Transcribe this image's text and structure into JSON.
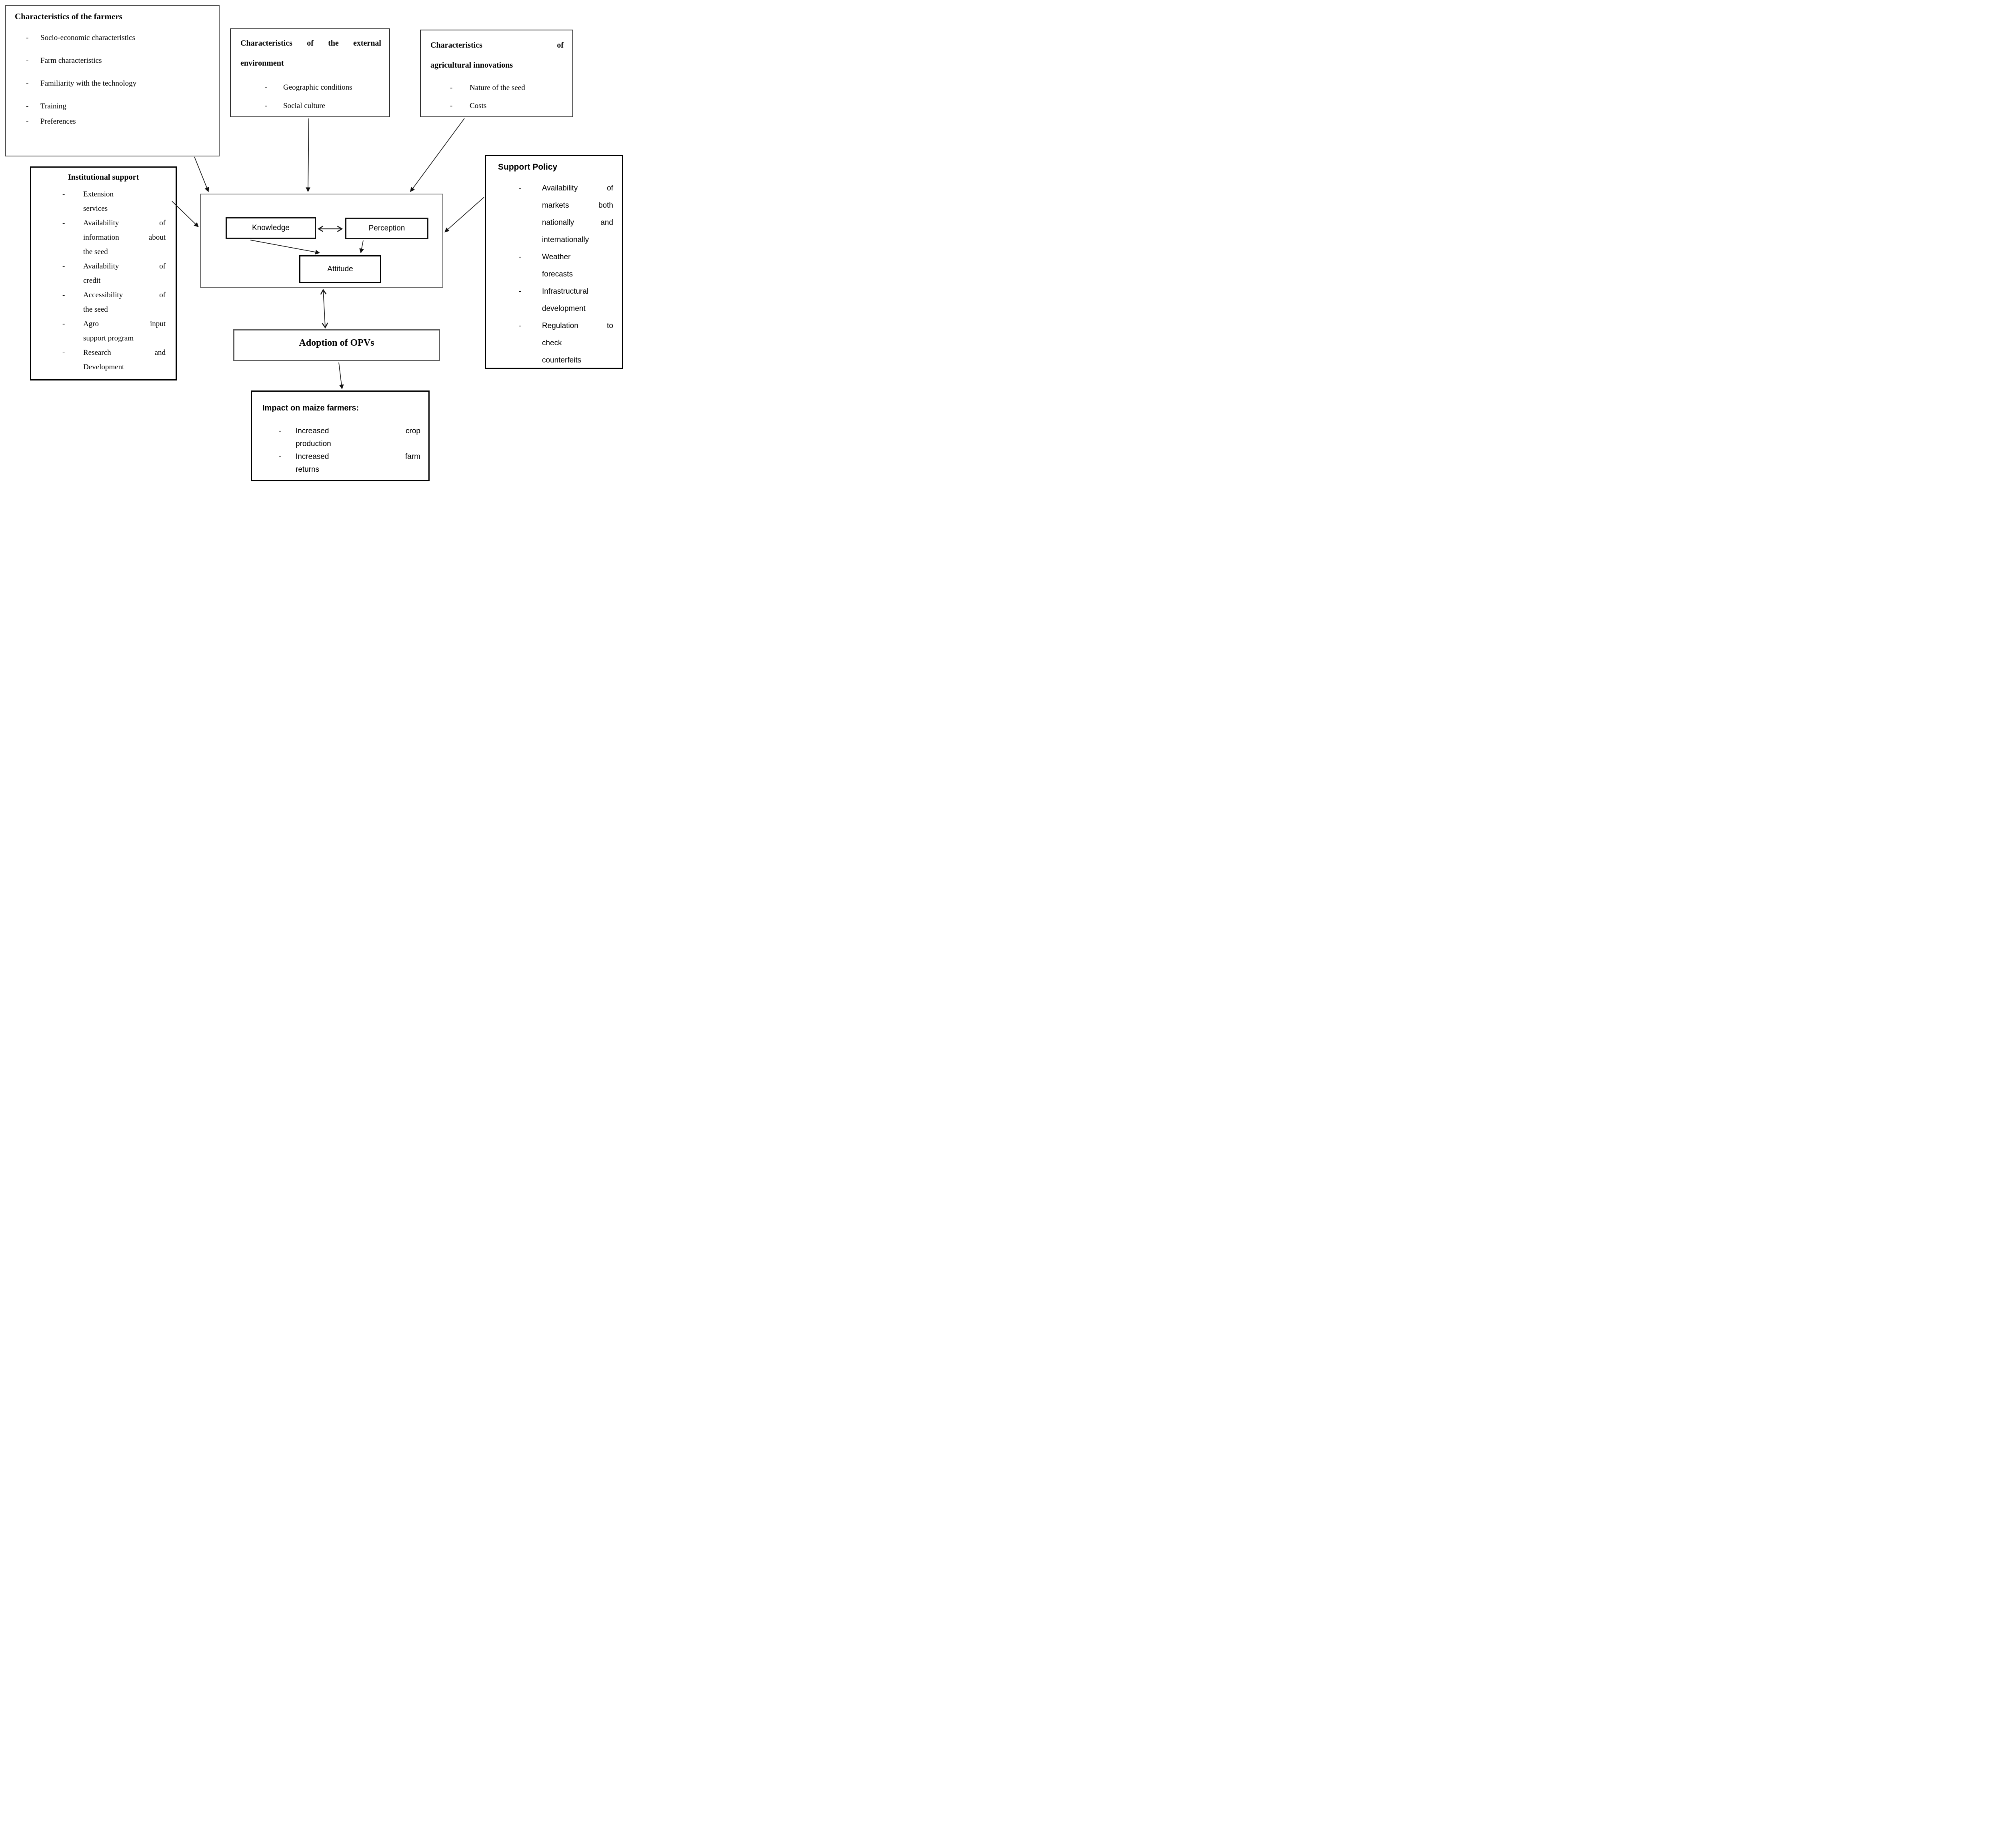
{
  "bullet": "-",
  "colors": {
    "background": "#ffffff",
    "text": "#000000",
    "arrow_line": "#1a1a1a",
    "border_black": "#000000",
    "border_gray": "#6e6e6e"
  },
  "boxes": {
    "farmers": {
      "title": "Characteristics of the farmers",
      "items": [
        "Socio-economic characteristics",
        "Farm characteristics",
        "Familiarity with the technology",
        "Training",
        "Preferences"
      ]
    },
    "external": {
      "title_lines": [
        "Characteristics of the external",
        "environment"
      ],
      "items": [
        "Geographic conditions",
        "Social culture"
      ]
    },
    "innovations": {
      "title_lines": [
        "Characteristics of",
        "agricultural innovations"
      ],
      "items": [
        "Nature of the seed",
        "Costs"
      ]
    },
    "institutional": {
      "title": "Institutional support",
      "items": [
        {
          "lines": [
            "Extension",
            "services"
          ]
        },
        {
          "lines": [
            "Availability of",
            "information about",
            "the seed"
          ]
        },
        {
          "lines": [
            "Availability of",
            "credit"
          ]
        },
        {
          "lines": [
            "Accessibility of",
            "the seed"
          ]
        },
        {
          "lines": [
            "Agro input",
            "support program"
          ]
        },
        {
          "lines": [
            "Research and",
            "Development"
          ]
        }
      ]
    },
    "support_policy": {
      "title": "Support Policy",
      "items": [
        {
          "lines": [
            "Availability of",
            "markets both",
            "nationally and",
            "internationally"
          ]
        },
        {
          "lines": [
            "Weather",
            "forecasts"
          ]
        },
        {
          "lines": [
            "Infrastructural",
            "development"
          ]
        },
        {
          "lines": [
            "Regulation to",
            "check",
            "counterfeits"
          ]
        }
      ]
    },
    "knowledge": {
      "label": "Knowledge"
    },
    "perception": {
      "label": "Perception"
    },
    "attitude": {
      "label": "Attitude"
    },
    "adoption": {
      "label": "Adoption of OPVs"
    },
    "impact": {
      "title": "Impact on maize farmers:",
      "items": [
        {
          "lines": [
            "Increased crop",
            "production"
          ]
        },
        {
          "lines": [
            "Increased farm",
            "returns"
          ]
        }
      ]
    }
  }
}
